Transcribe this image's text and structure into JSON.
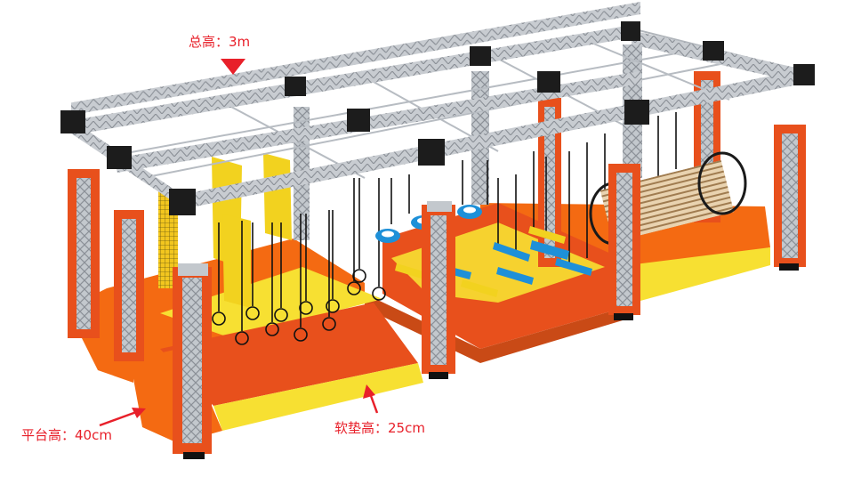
{
  "labels": {
    "total_height": "总高：3m",
    "platform_height": "平台高：40cm",
    "mat_height": "软垫高：25cm"
  },
  "colors": {
    "accent_red": "#e8202a",
    "mat_orange": "#f46a12",
    "mat_yellow": "#f7e032",
    "mat_red": "#e8501c",
    "truss_gray": "#b9bec4",
    "truss_dark": "#8b9097",
    "connector_black": "#1c1c1c",
    "obstacle_blue": "#1e90d8",
    "ring_black": "#111111",
    "tube_wood": "#d8b98e"
  },
  "icons": {
    "height_marker": "down-triangle-icon",
    "pointer": "red-arrow-icon"
  }
}
